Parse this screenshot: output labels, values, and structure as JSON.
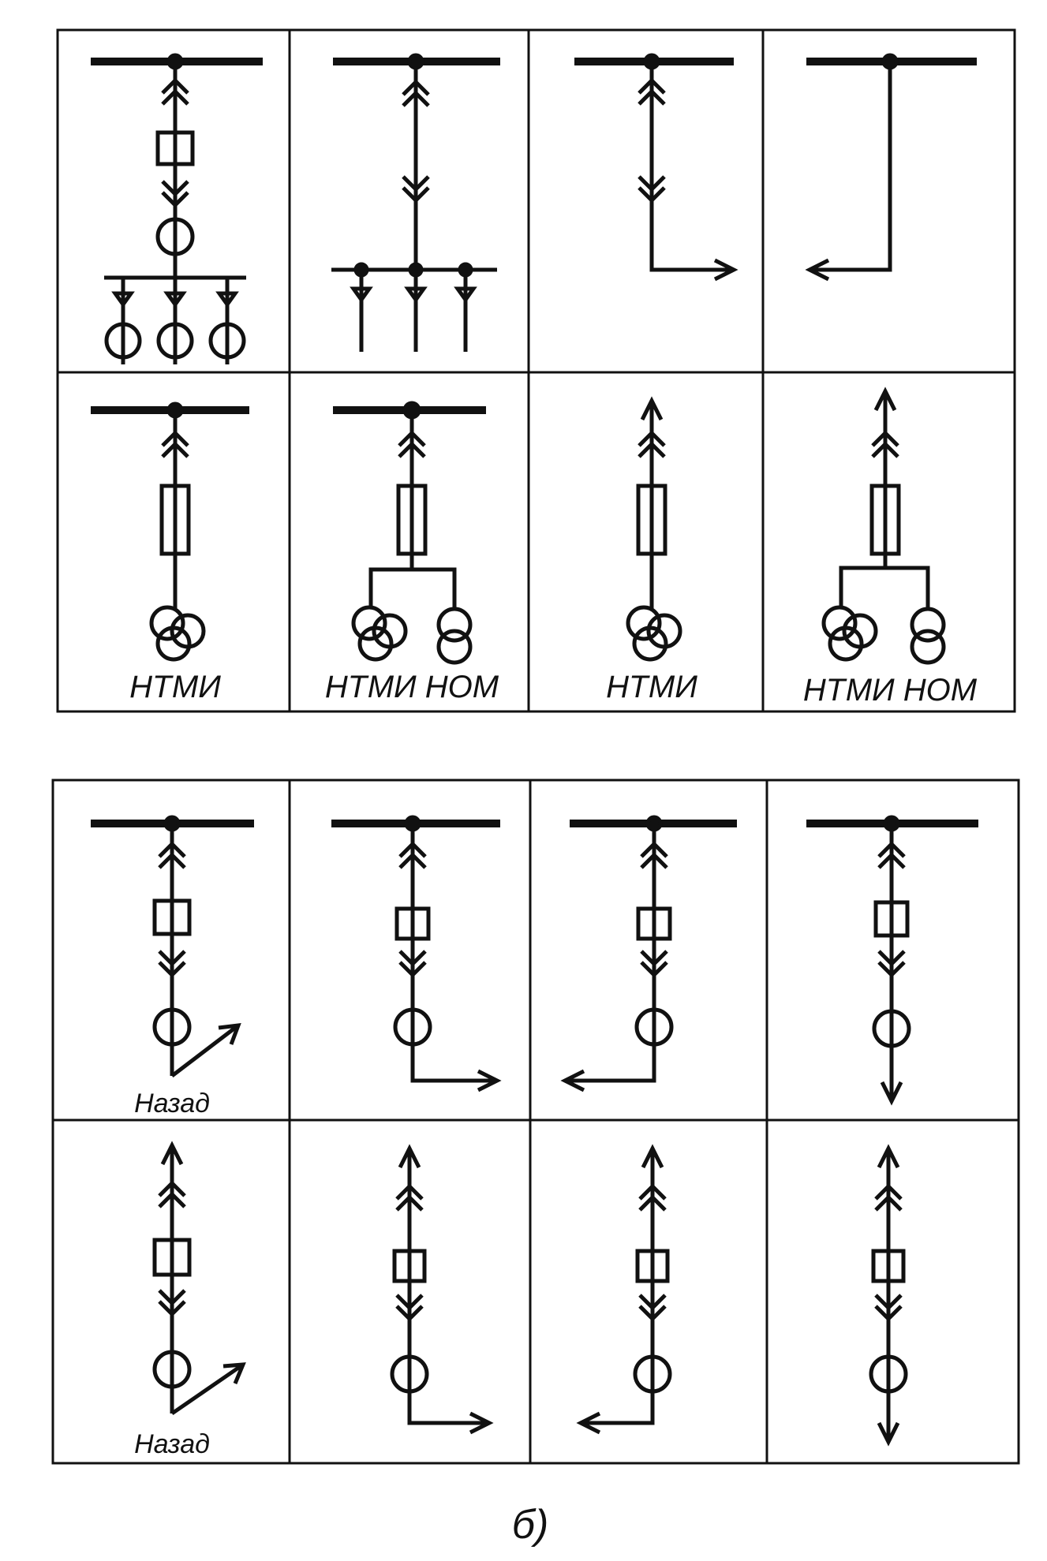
{
  "panel_a": {
    "row1": [
      {
        "kind": "breaker-ct-outgoing-cables"
      },
      {
        "kind": "disconnector-outgoing-cables"
      },
      {
        "kind": "disconnector-right"
      },
      {
        "kind": "direct-left"
      }
    ],
    "row2": [
      {
        "kind": "vt-three-winding",
        "label": "НТМИ"
      },
      {
        "kind": "vt-pair",
        "label": "НТМИ НОМ"
      },
      {
        "kind": "vt-three-winding-up",
        "label": "НТМИ"
      },
      {
        "kind": "vt-pair-up",
        "label": "НТМИ НОМ"
      }
    ]
  },
  "panel_b": {
    "row1": [
      {
        "kind": "feeder-back",
        "label": "Назад"
      },
      {
        "kind": "feeder-right"
      },
      {
        "kind": "feeder-left"
      },
      {
        "kind": "feeder-down"
      }
    ],
    "row2": [
      {
        "kind": "feeder-up-back",
        "label": "Назад"
      },
      {
        "kind": "feeder-up-right"
      },
      {
        "kind": "feeder-up-left"
      },
      {
        "kind": "feeder-up-down"
      }
    ]
  },
  "caption": "б)"
}
